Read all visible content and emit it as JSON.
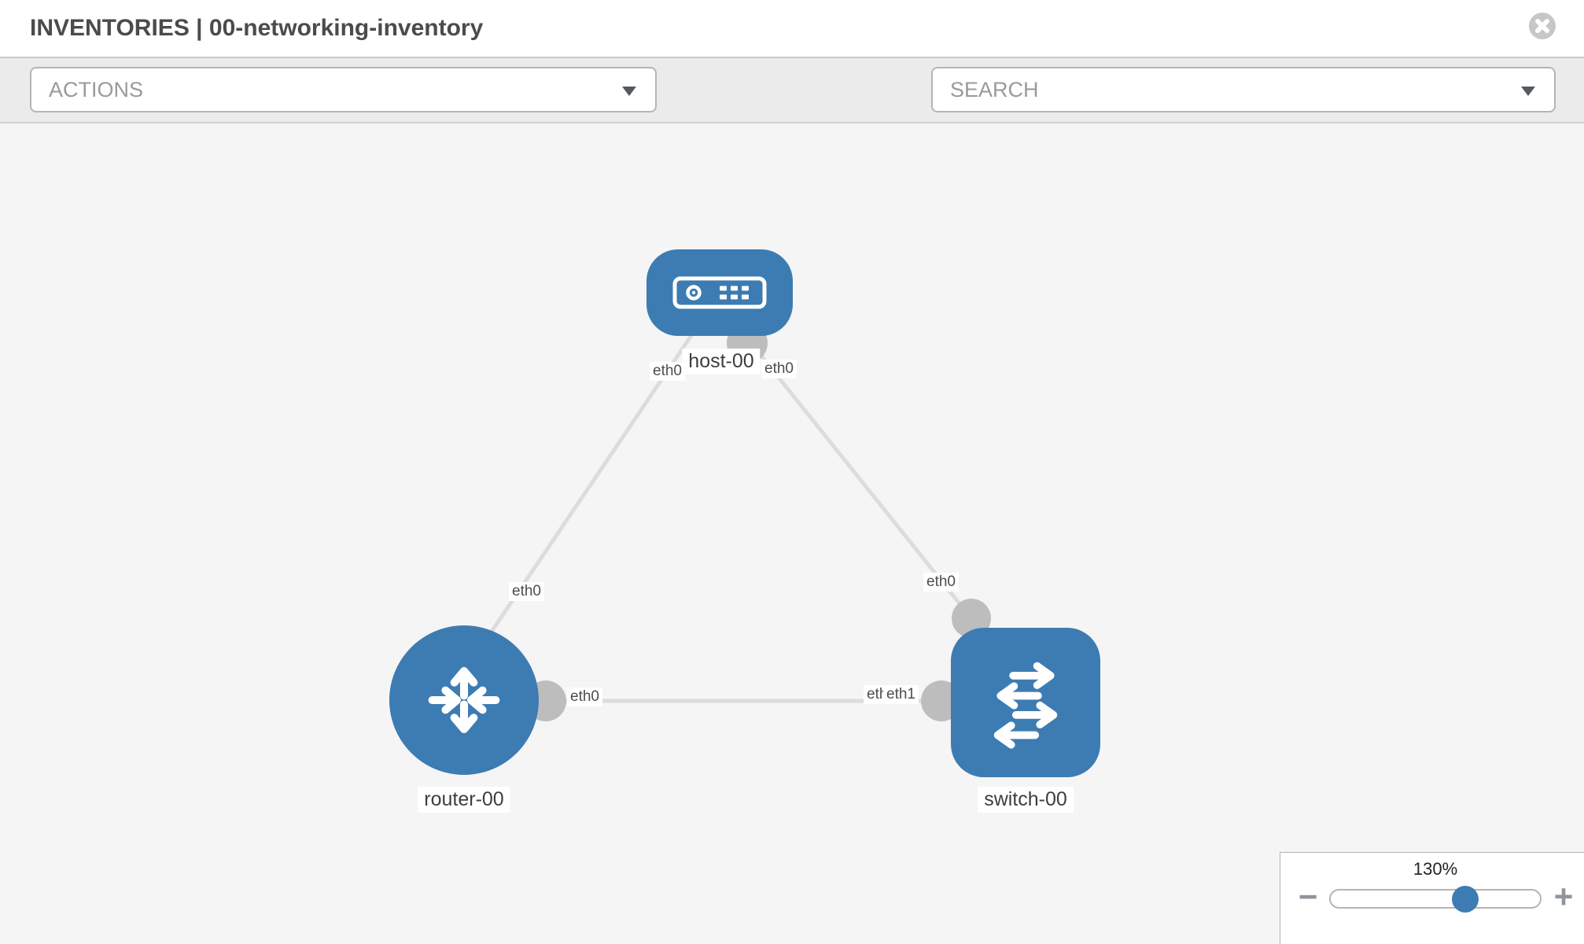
{
  "header": {
    "title": "INVENTORIES | 00-networking-inventory"
  },
  "toolbar": {
    "actions_label": "ACTIONS",
    "search_label": "SEARCH"
  },
  "graph": {
    "nodes": [
      {
        "label": "host-00",
        "type": "host"
      },
      {
        "label": "router-00",
        "type": "router"
      },
      {
        "label": "switch-00",
        "type": "switch"
      }
    ],
    "links": [
      {
        "from": "host-00",
        "from_if": "eth0",
        "to": "router-00",
        "to_if": "eth0"
      },
      {
        "from": "host-00",
        "from_if": "eth0",
        "to": "switch-00",
        "to_if": "eth0"
      },
      {
        "from": "router-00",
        "from_if": "eth0",
        "to": "switch-00",
        "to_if": "eth1"
      }
    ],
    "interface_labels": [
      {
        "text": "eth0",
        "at": "host-00 left"
      },
      {
        "text": "eth0",
        "at": "host-00 right"
      },
      {
        "text": "eth0",
        "at": "router-00 top"
      },
      {
        "text": "eth0",
        "at": "switch-00 top"
      },
      {
        "text": "eth0",
        "at": "router-00 right"
      },
      {
        "text": "eth0",
        "at": "switch-00 left (partially covered)"
      },
      {
        "text": "eth1",
        "at": "switch-00 left"
      }
    ]
  },
  "zoom_control": {
    "percent": "130%",
    "minus_label": "−",
    "plus_label": "+",
    "value_fraction": 0.64
  },
  "colors": {
    "node_blue": "#3d7cb2",
    "link_gray": "#dcdcdc",
    "endpoint_gray": "#bdbdbd",
    "canvas_bg": "#f5f5f5",
    "toolbar_bg": "#ebebeb"
  }
}
